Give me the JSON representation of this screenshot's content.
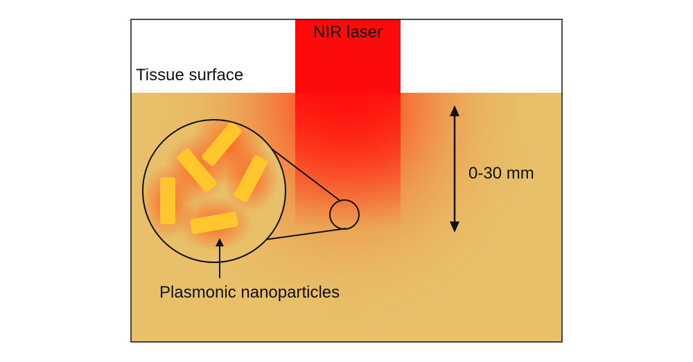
{
  "labels": {
    "laser": "NIR laser",
    "surface": "Tissue surface",
    "depth": "0-30 mm",
    "particles": "Plasmonic nanoparticles"
  },
  "colors": {
    "tissue": "#e8c06a",
    "laser": "#ff0a0a",
    "heat": "#ff3b1f",
    "nanoparticle": "#ffc62e",
    "nanoparticle_glow": "#ff5a1a",
    "outline": "#111111",
    "background": "#ffffff"
  }
}
